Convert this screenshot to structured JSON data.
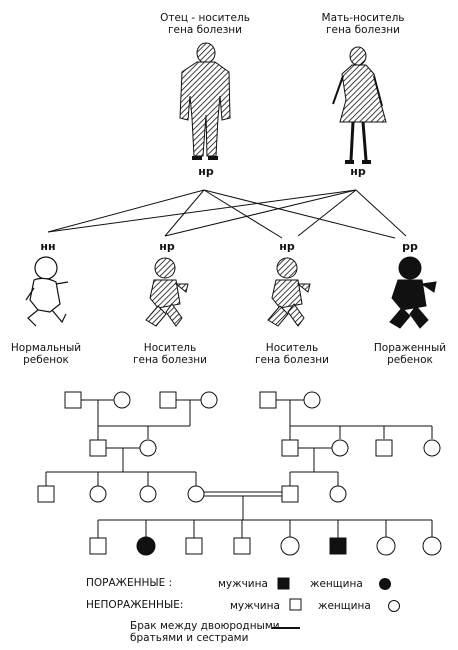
{
  "parents": {
    "father": {
      "label_line1": "Отец - носитель",
      "label_line2": "гена болезни",
      "genotype": "нр"
    },
    "mother": {
      "label_line1": "Мать-носитель",
      "label_line2": "гена болезни",
      "genotype": "нр"
    }
  },
  "children": [
    {
      "genotype": "нн",
      "label_line1": "Нормальный",
      "label_line2": "ребенок"
    },
    {
      "genotype": "нр",
      "label_line1": "Носитель",
      "label_line2": "гена болезни"
    },
    {
      "genotype": "нр",
      "label_line1": "Носитель",
      "label_line2": "гена болезни"
    },
    {
      "genotype": "рр",
      "label_line1": "Пораженный",
      "label_line2": "ребенок"
    }
  ],
  "legend": {
    "affected": "ПОРАЖЕННЫЕ :",
    "unaffected": "НЕПОРАЖЕННЫЕ:",
    "male": "мужчина",
    "female": "женщина",
    "cousin_marriage_line1": "Брак между двоюродными",
    "cousin_marriage_line2": "братьями и сестрами"
  },
  "colors": {
    "ink": "#111111",
    "paper": "#ffffff"
  }
}
